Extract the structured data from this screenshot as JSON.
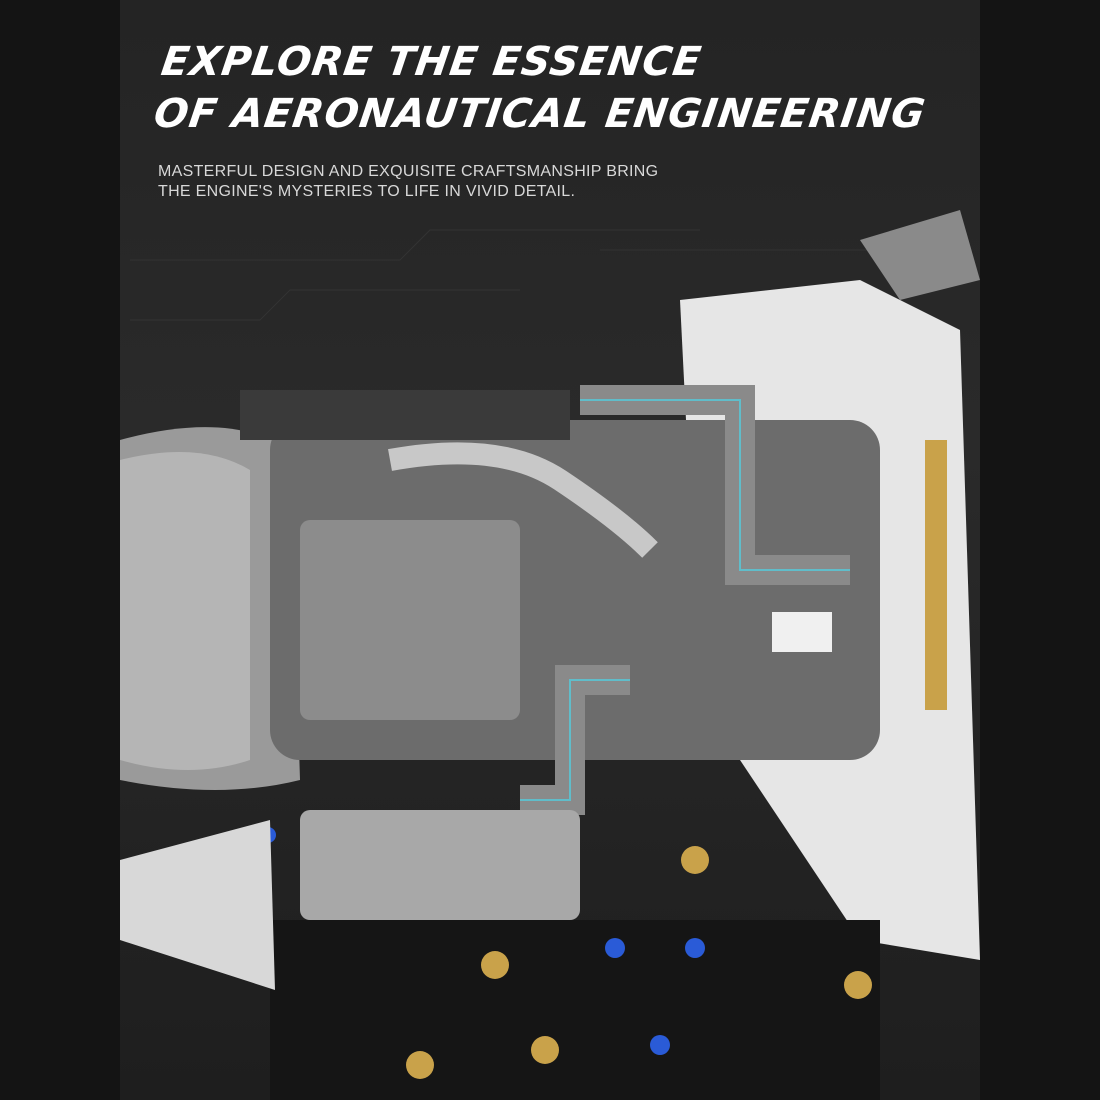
{
  "headline": {
    "line1": "EXPLORE THE ESSENCE",
    "line2": "OF AERONAUTICAL ENGINEERING"
  },
  "subtitle": {
    "line1": "MASTERFUL DESIGN AND EXQUISITE CRAFTSMANSHIP BRING",
    "line2": "THE ENGINE'S MYSTERIES TO LIFE IN VIVID DETAIL."
  },
  "colors": {
    "background": "#141414",
    "panel": "#262626",
    "highlight": "#4fd3e6",
    "brass": "#c9a24a"
  }
}
